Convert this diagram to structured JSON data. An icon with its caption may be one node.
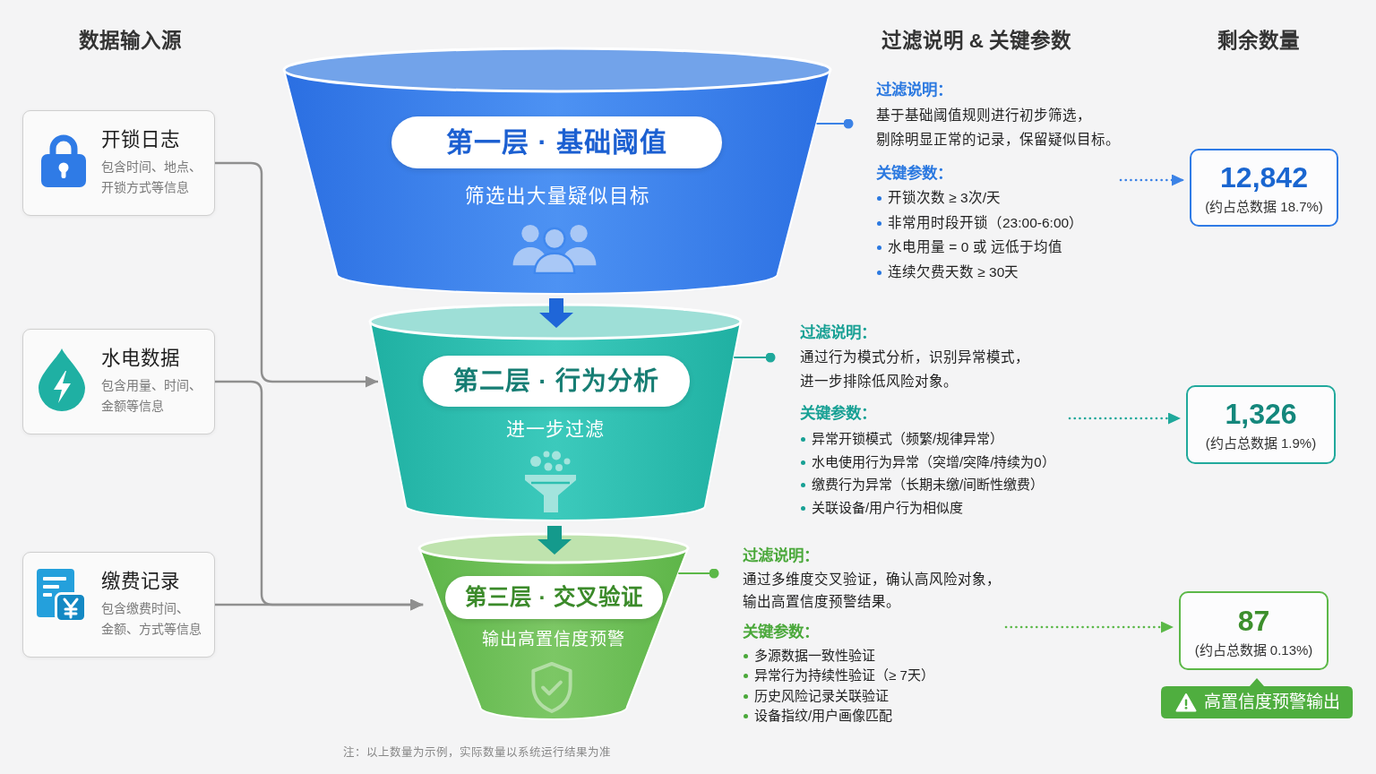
{
  "diagram": {
    "nodes": [
      {
        "text": [
          "开锁日志",
          "包含时间、地点、开锁方式等信息"
        ]
      },
      {
        "text": [
          "水电数据",
          "包含用量、时间、金额等信息"
        ]
      },
      {
        "text": [
          "缴费记录",
          "包含缴费时间、金额、方式等信息"
        ]
      },
      {
        "text": [
          "第一层 · 基础阈值",
          "筛选出大量疑似目标"
        ]
      },
      {
        "text": [
          "第二层 · 行为分析",
          "进一步过滤"
        ]
      },
      {
        "text": [
          "第三层 · 交叉验证",
          "输出高置信度预警"
        ]
      },
      {
        "text": [
          "过滤说明：",
          "基于基础阈值规则进行初步筛选，剔除明显正常的记录，保留疑似目标。",
          "关键参数：",
          "开锁次数 ≥ 3次/天",
          "非常用时段开锁（23:00-6:00）",
          "水电用量 = 0 或 远低于均值",
          "连续欠费天数 ≥ 30天"
        ]
      },
      {
        "text": [
          "12,842",
          "(约占总数据 18.7%)"
        ]
      },
      {
        "text": [
          "过滤说明：",
          "通过行为模式分析，识别异常模式，进一步排除低风险对象。",
          "关键参数：",
          "异常开锁模式（频繁/规律异常）",
          "水电使用行为异常（突增/突降/持续为0）",
          "缴费行为异常（长期未缴/间断性缴费）",
          "关联设备/用户行为相似度"
        ]
      },
      {
        "text": [
          "1,326",
          "(约占总数据 1.9%)"
        ]
      },
      {
        "text": [
          "过滤说明：",
          "通过多维度交叉验证，确认高风险对象，输出高置信度预警结果。",
          "关键参数：",
          "多源数据一致性验证",
          "异常行为持续性验证（≥ 7天）",
          "历史风险记录关联验证",
          "设备指纹/用户画像匹配"
        ]
      },
      {
        "text": [
          "87",
          "(约占总数据 0.13%)"
        ]
      },
      {
        "text": [
          "高置信度预警输出"
        ]
      }
    ],
    "edges": [
      {
        "from": 0,
        "to": 4,
        "arrow": "to"
      },
      {
        "from": 1,
        "to": 5,
        "arrow": "to"
      },
      {
        "from": 2,
        "to": 5,
        "arrow": "to"
      },
      {
        "from": 3,
        "to": 4,
        "arrow": "to",
        "style": "thick",
        "color": "#1f66d8"
      },
      {
        "from": 4,
        "to": 5,
        "arrow": "to",
        "style": "thick",
        "color": "#149a8c"
      },
      {
        "from": 3,
        "to": 6,
        "arrow": "other",
        "color": "#3b82e6"
      },
      {
        "from": 6,
        "to": 7,
        "arrow": "to",
        "style": "dashed",
        "color": "#3b82e6"
      },
      {
        "from": 4,
        "to": 8,
        "arrow": "other",
        "color": "#1fa89b"
      },
      {
        "from": 8,
        "to": 9,
        "arrow": "to",
        "style": "dashed",
        "color": "#1fa89b"
      },
      {
        "from": 5,
        "to": 10,
        "arrow": "other",
        "color": "#5bb848"
      },
      {
        "from": 10,
        "to": 11,
        "arrow": "to",
        "style": "dashed",
        "color": "#5bb848"
      }
    ],
    "labels": [
      "数据输入源",
      "过滤说明 & 关键参数",
      "剩余数量",
      "注：以上数量为示例，实际数量以系统运行结果为准"
    ]
  }
}
